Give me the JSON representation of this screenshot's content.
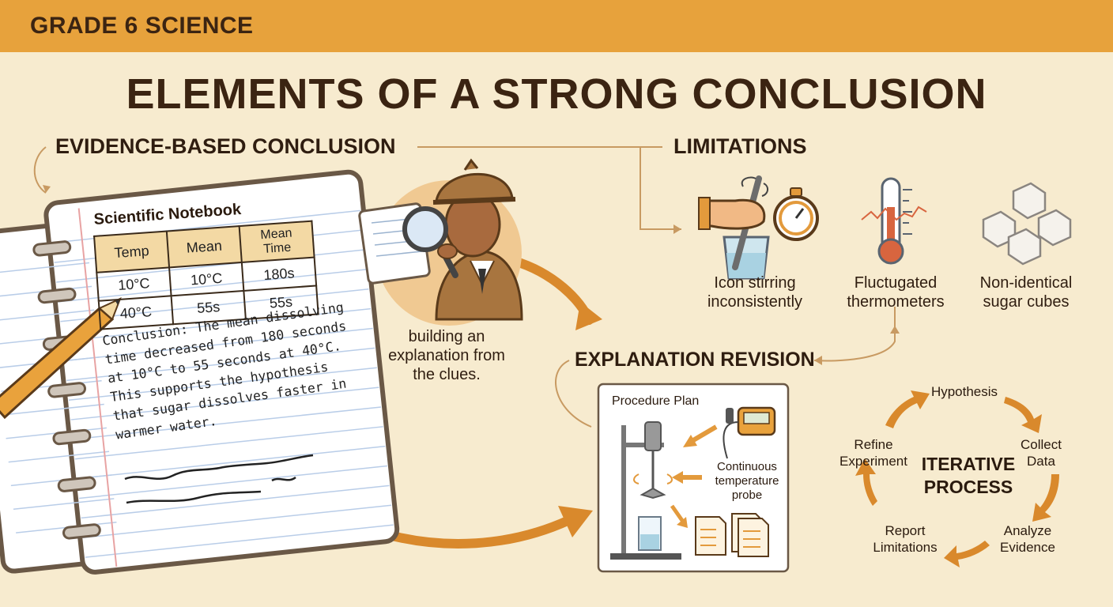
{
  "header": {
    "label": "GRADE 6 SCIENCE"
  },
  "title": "ELEMENTS OF A STRONG CONCLUSION",
  "evidence": {
    "heading": "EVIDENCE-BASED CONCLUSION",
    "notebook_title": "Scientific Notebook",
    "table": {
      "headers": [
        "Temp",
        "Mean",
        "Mean Time"
      ],
      "rows": [
        [
          "10°C",
          "10°C",
          "180s"
        ],
        [
          "40°C",
          "55s",
          "55s"
        ]
      ]
    },
    "conclusion_lines": [
      "Conclusion: The mean dissolving",
      "time decreased from 180 seconds",
      "at 10°C to 55 seconds at 40°C.",
      "This supports the hypothesis",
      "that sugar dissolves faster in",
      "warmer water."
    ]
  },
  "detective": {
    "caption_lines": [
      "building an",
      "explanation from",
      "the clues."
    ]
  },
  "limitations": {
    "heading": "LIMITATIONS",
    "items": [
      {
        "icon": "stirring-stopwatch-icon",
        "lines": [
          "Icon stirring",
          "inconsistently"
        ]
      },
      {
        "icon": "thermometer-icon",
        "lines": [
          "Fluctugated",
          "thermometers"
        ]
      },
      {
        "icon": "sugar-cubes-icon",
        "lines": [
          "Non-identical",
          "sugar cubes"
        ]
      }
    ]
  },
  "revision": {
    "heading": "EXPLANATION REVISION",
    "procedure_title": "Procedure Plan",
    "probe_lines": [
      "Continuous",
      "temperature",
      "probe"
    ]
  },
  "cycle": {
    "center_lines": [
      "ITERATIVE",
      "PROCESS"
    ],
    "hypothesis": "Hypothesis",
    "collect": [
      "Collect",
      "Data"
    ],
    "analyze": [
      "Analyze",
      "Evidence"
    ],
    "report": [
      "Report",
      "Limitations"
    ],
    "refine": [
      "Refine",
      "Experiment"
    ]
  },
  "colors": {
    "banner": "#e7a23c",
    "background": "#f7ebcf",
    "arrow": "#d9892c",
    "text": "#3b2412"
  }
}
